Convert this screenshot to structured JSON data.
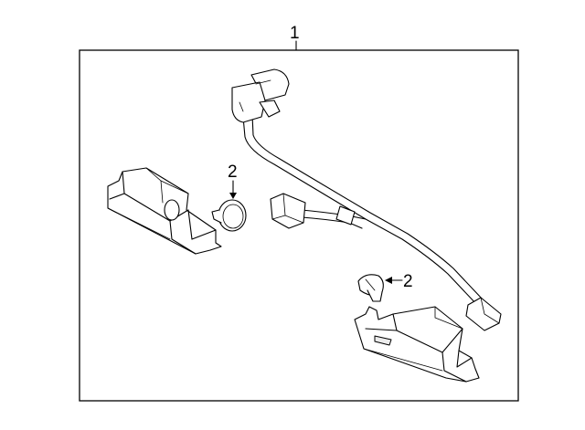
{
  "callouts": {
    "assembly": "1",
    "bulb_upper": "2",
    "bulb_lower": "2"
  }
}
